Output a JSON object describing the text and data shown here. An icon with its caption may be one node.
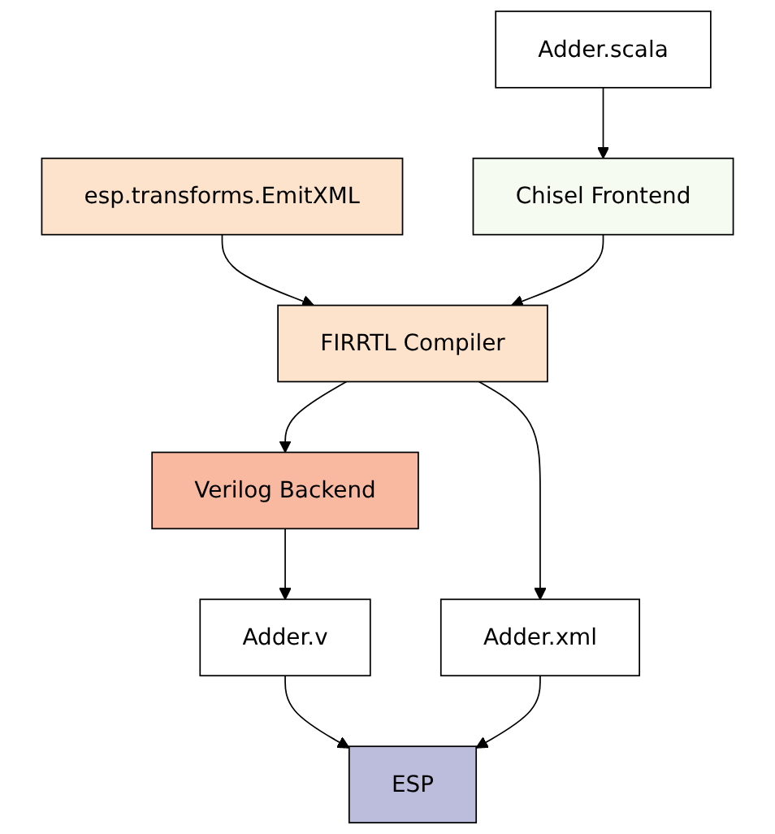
{
  "diagram": {
    "nodes": [
      {
        "text": [
          "Adder.scala"
        ]
      },
      {
        "text": [
          "esp.transforms.EmitXML"
        ]
      },
      {
        "text": [
          "Chisel Frontend"
        ]
      },
      {
        "text": [
          "FIRRTL Compiler"
        ]
      },
      {
        "text": [
          "Verilog Backend"
        ]
      },
      {
        "text": [
          "Adder.v"
        ]
      },
      {
        "text": [
          "Adder.xml"
        ]
      },
      {
        "text": [
          "ESP"
        ]
      }
    ],
    "edges": [
      {
        "from": 0,
        "to": 2,
        "arrow": "to"
      },
      {
        "from": 1,
        "to": 3,
        "arrow": "to"
      },
      {
        "from": 2,
        "to": 3,
        "arrow": "to"
      },
      {
        "from": 3,
        "to": 4,
        "arrow": "to"
      },
      {
        "from": 3,
        "to": 6,
        "arrow": "to"
      },
      {
        "from": 4,
        "to": 5,
        "arrow": "to"
      },
      {
        "from": 5,
        "to": 7,
        "arrow": "to"
      },
      {
        "from": 6,
        "to": 7,
        "arrow": "to"
      }
    ]
  }
}
